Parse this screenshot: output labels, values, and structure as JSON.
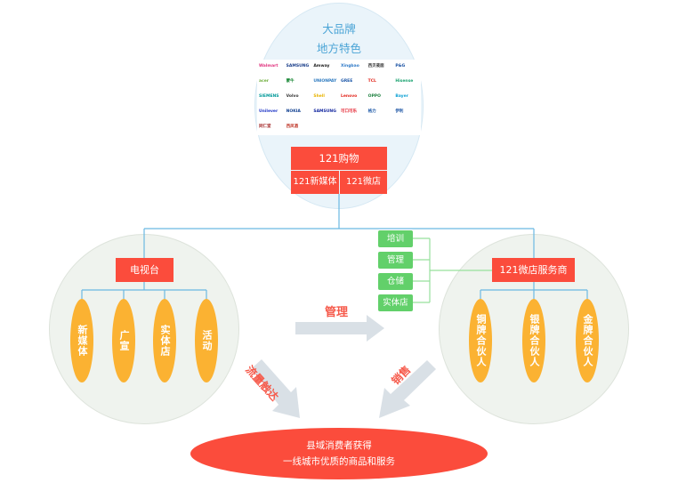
{
  "top_circle": {
    "title_line1": "大品牌",
    "title_line2": "地方特色",
    "logos": [
      {
        "text": "Walmart",
        "color": "#e0317d"
      },
      {
        "text": "SAMSUNG",
        "color": "#1a3e8a"
      },
      {
        "text": "Amway",
        "color": "#222222"
      },
      {
        "text": "Xingbao",
        "color": "#2d79c7"
      },
      {
        "text": "西贝莜面",
        "color": "#333333"
      },
      {
        "text": "P&G",
        "color": "#1951a3"
      },
      {
        "text": "acer",
        "color": "#6fae3c"
      },
      {
        "text": "蒙牛",
        "color": "#1e8a3a"
      },
      {
        "text": "UNIONPAY",
        "color": "#2d7ac0"
      },
      {
        "text": "GREE",
        "color": "#1c57a8"
      },
      {
        "text": "TCL",
        "color": "#e1251b"
      },
      {
        "text": "Hisense",
        "color": "#19a26f"
      },
      {
        "text": "SIEMENS",
        "color": "#009999"
      },
      {
        "text": "Volvo",
        "color": "#333333"
      },
      {
        "text": "Shell",
        "color": "#e8b300"
      },
      {
        "text": "Lenovo",
        "color": "#e2231a"
      },
      {
        "text": "OPPO",
        "color": "#1a7e3c"
      },
      {
        "text": "Bayer",
        "color": "#10a2d5"
      },
      {
        "text": "Unilever",
        "color": "#1f36c7"
      },
      {
        "text": "NOKIA",
        "color": "#124191"
      },
      {
        "text": "SAMSUNG",
        "color": "#1428a0"
      },
      {
        "text": "可口可乐",
        "color": "#e41e2b"
      },
      {
        "text": "格力",
        "color": "#1e5aa8"
      },
      {
        "text": "伊利",
        "color": "#1b54a4"
      },
      {
        "text": "同仁堂",
        "color": "#a52a2a"
      },
      {
        "text": "西凤酒",
        "color": "#c0392b"
      }
    ]
  },
  "shop": {
    "main_label": "121购物",
    "sub_labels": [
      "121新媒体",
      "121微店"
    ]
  },
  "left_circle": {
    "header": "电视台",
    "items": [
      "新媒体",
      "广宣",
      "实体店",
      "活动"
    ]
  },
  "right_circle": {
    "header": "121微店服务商",
    "items": [
      "铜牌合伙人",
      "银牌合伙人",
      "金牌合伙人"
    ]
  },
  "green_items": [
    "培训",
    "管理",
    "仓储",
    "实体店"
  ],
  "arrows": {
    "middle_label": "管理",
    "left_label": "流量触达",
    "right_label": "销售"
  },
  "bottom": {
    "line1": "县域消费者获得",
    "line2": "一线城市优质的商品和服务"
  },
  "colors": {
    "red": "#fb4c3c",
    "orange": "#fbb232",
    "green": "#62d06a",
    "blue_line": "#6bb9e2",
    "arrow_gray": "#d9e0e6",
    "label_red": "#f65a4b"
  }
}
